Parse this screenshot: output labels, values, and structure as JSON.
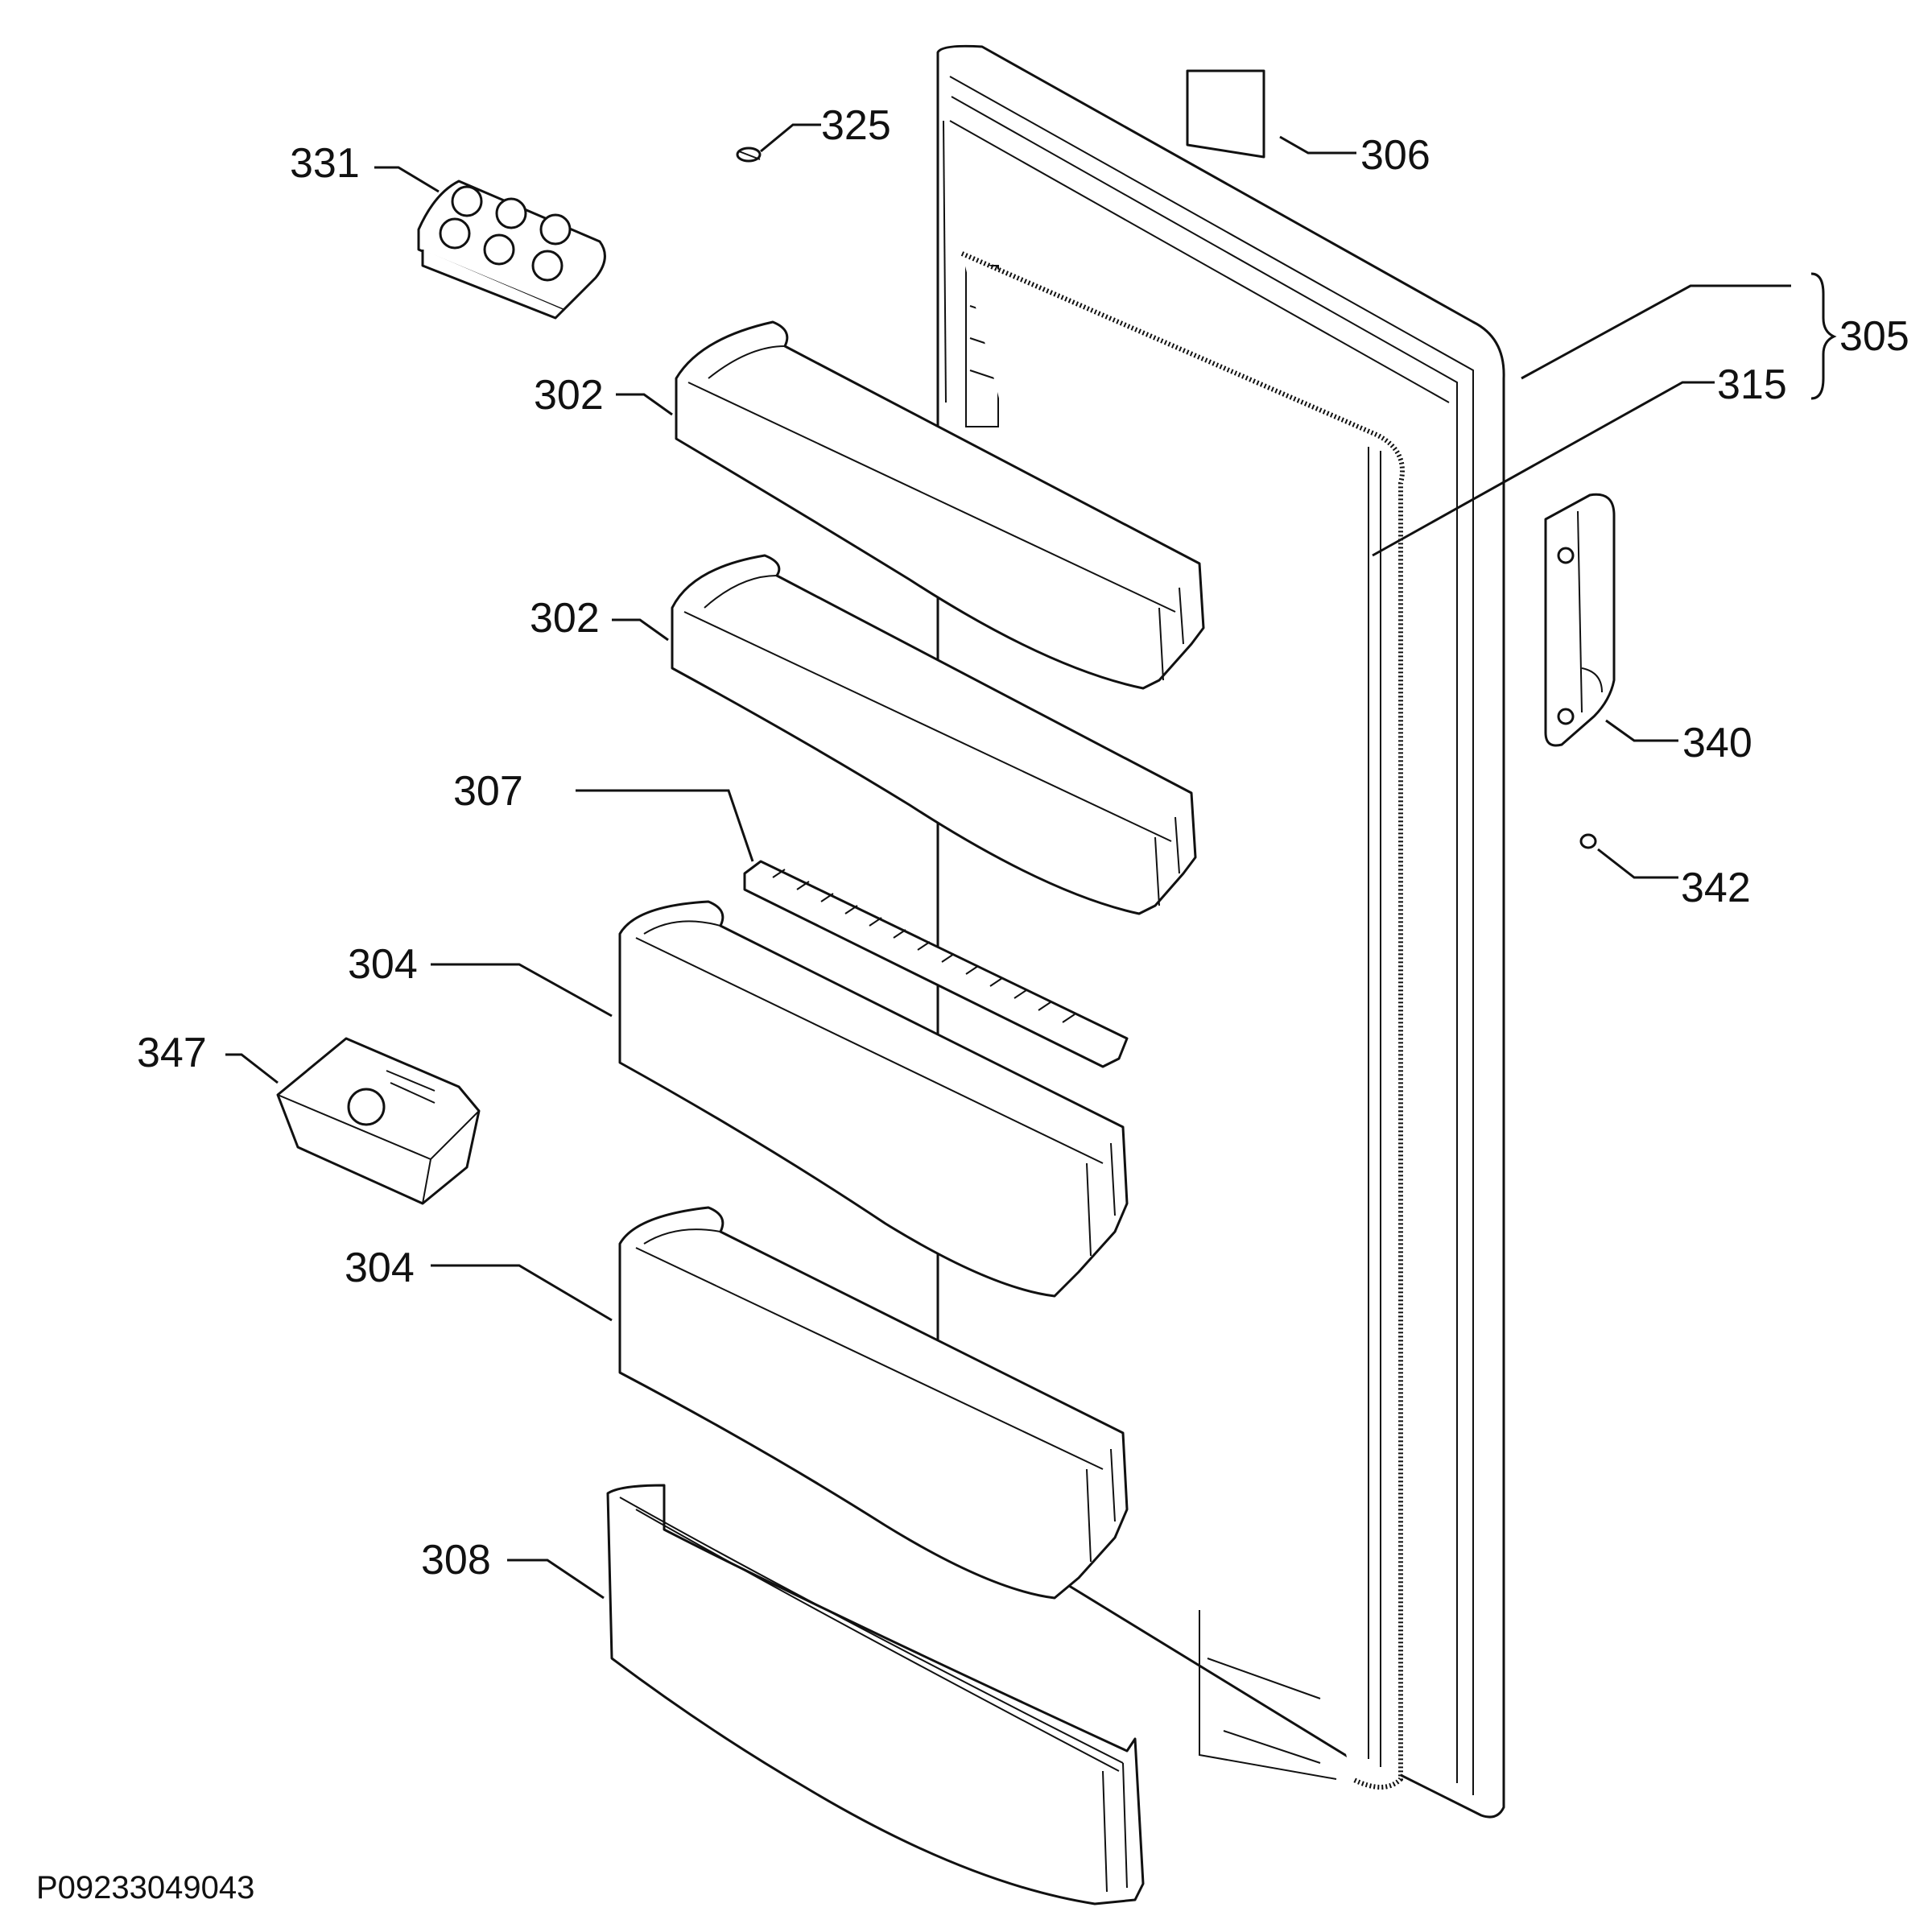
{
  "diagram": {
    "callouts": {
      "c331": "331",
      "c325": "325",
      "c306": "306",
      "c305": "305",
      "c315": "315",
      "c302a": "302",
      "c302b": "302",
      "c340": "340",
      "c307": "307",
      "c342": "342",
      "c304a": "304",
      "c347": "347",
      "c304b": "304",
      "c308": "308"
    },
    "document_id": "P09233049043"
  }
}
